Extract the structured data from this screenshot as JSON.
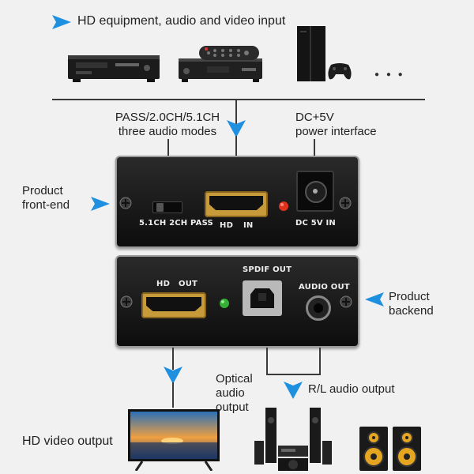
{
  "header": {
    "input_title": "HD equipment, audio and video input",
    "ellipsis": "● ● ●"
  },
  "callouts": {
    "audio_modes_line1": "PASS/2.0CH/5.1CH",
    "audio_modes_line2": "three audio modes",
    "power_line1": "DC+5V",
    "power_line2": "power interface",
    "front_line1": "Product",
    "front_line2": "front-end",
    "back_line1": "Product",
    "back_line2": "backend",
    "optical_line1": "Optical",
    "optical_line2": "audio",
    "optical_line3": "output",
    "rl_output": "R/L audio output",
    "hd_video_output": "HD video output"
  },
  "front_panel": {
    "switch_label": "5.1CH 2CH PASS",
    "hd_label": "HD",
    "in_label": "IN",
    "dc_label": "DC 5V IN"
  },
  "back_panel": {
    "hd_label": "HD",
    "out_label": "OUT",
    "spdif_label": "SPDIF OUT",
    "audio_label": "AUDIO OUT"
  },
  "colors": {
    "arrow": "#1f8fe0",
    "led_red": "#e0301e",
    "led_green": "#35b035",
    "panel": "#151515"
  },
  "icons": [
    "triangle-arrow-icon",
    "dvd-player-icon",
    "set-top-box-icon",
    "remote-control-icon",
    "game-console-icon",
    "gamepad-icon",
    "tv-icon",
    "home-theater-icon",
    "speaker-icon",
    "screw-icon"
  ]
}
